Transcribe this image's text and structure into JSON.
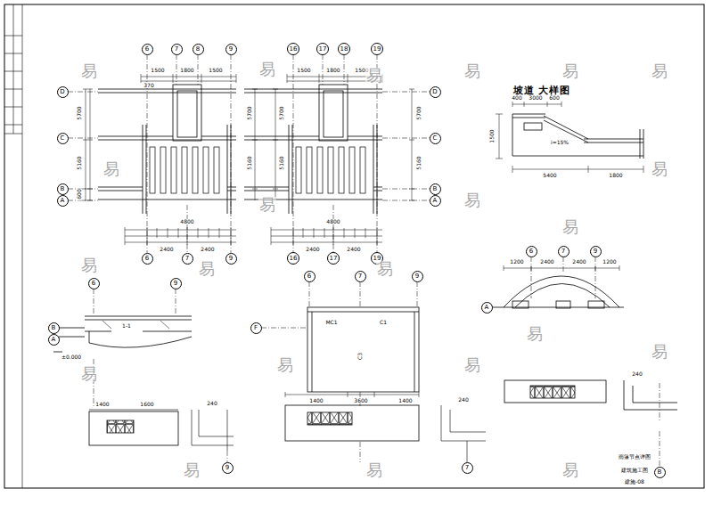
{
  "diagram": {
    "nodes": [
      {
        "text": [
          "6"
        ]
      },
      {
        "text": [
          "7"
        ]
      },
      {
        "text": [
          "8"
        ]
      },
      {
        "text": [
          "9"
        ]
      },
      {
        "text": [
          "D"
        ]
      },
      {
        "text": [
          "C"
        ]
      },
      {
        "text": [
          "B"
        ]
      },
      {
        "text": [
          "A"
        ]
      },
      {
        "text": [
          "6"
        ]
      },
      {
        "text": [
          "7"
        ]
      },
      {
        "text": [
          "9"
        ]
      },
      {
        "text": [
          "D"
        ]
      },
      {
        "text": [
          "C"
        ]
      },
      {
        "text": [
          "B"
        ]
      },
      {
        "text": [
          "A"
        ]
      },
      {
        "text": [
          "16"
        ]
      },
      {
        "text": [
          "17"
        ]
      },
      {
        "text": [
          "18"
        ]
      },
      {
        "text": [
          "19"
        ]
      },
      {
        "text": [
          "16"
        ]
      },
      {
        "text": [
          "17"
        ]
      },
      {
        "text": [
          "19"
        ]
      },
      {
        "text": [
          "6"
        ]
      },
      {
        "text": [
          "9"
        ]
      },
      {
        "text": [
          "B"
        ]
      },
      {
        "text": [
          "A"
        ]
      },
      {
        "text": [
          "9"
        ]
      },
      {
        "text": [
          "6"
        ]
      },
      {
        "text": [
          "7"
        ]
      },
      {
        "text": [
          "9"
        ]
      },
      {
        "text": [
          "F"
        ]
      },
      {
        "text": [
          "7"
        ]
      },
      {
        "text": [
          "6"
        ]
      },
      {
        "text": [
          "7"
        ]
      },
      {
        "text": [
          "9"
        ]
      },
      {
        "text": [
          "A"
        ]
      },
      {
        "text": [
          "B"
        ]
      }
    ],
    "labels": [
      "坡道 大样图",
      "1500",
      "1800",
      "1500",
      "370",
      "5700",
      "5160",
      "600",
      "5700",
      "5160",
      "2400",
      "2400",
      "4800",
      "1500",
      "1800",
      "1500",
      "5700",
      "5160",
      "5700",
      "5160",
      "2400",
      "2400",
      "4800",
      "400",
      "3000",
      "600",
      "i=15%",
      "5400",
      "1800",
      "1500",
      "1-1",
      "±0.000",
      "1400",
      "1600",
      "240",
      "MC1",
      "C1",
      "C3",
      "1400",
      "1400",
      "3600",
      "240",
      "1200",
      "2400",
      "2400",
      "1200",
      "240",
      "雨篷节点详图",
      "建筑施工图",
      "建施-08",
      "易",
      "易",
      "易",
      "易",
      "易",
      "易",
      "易",
      "易",
      "易",
      "易",
      "易",
      "易",
      "易",
      "易",
      "易",
      "易",
      "易",
      "易",
      "易",
      "易",
      "易",
      "易"
    ]
  }
}
